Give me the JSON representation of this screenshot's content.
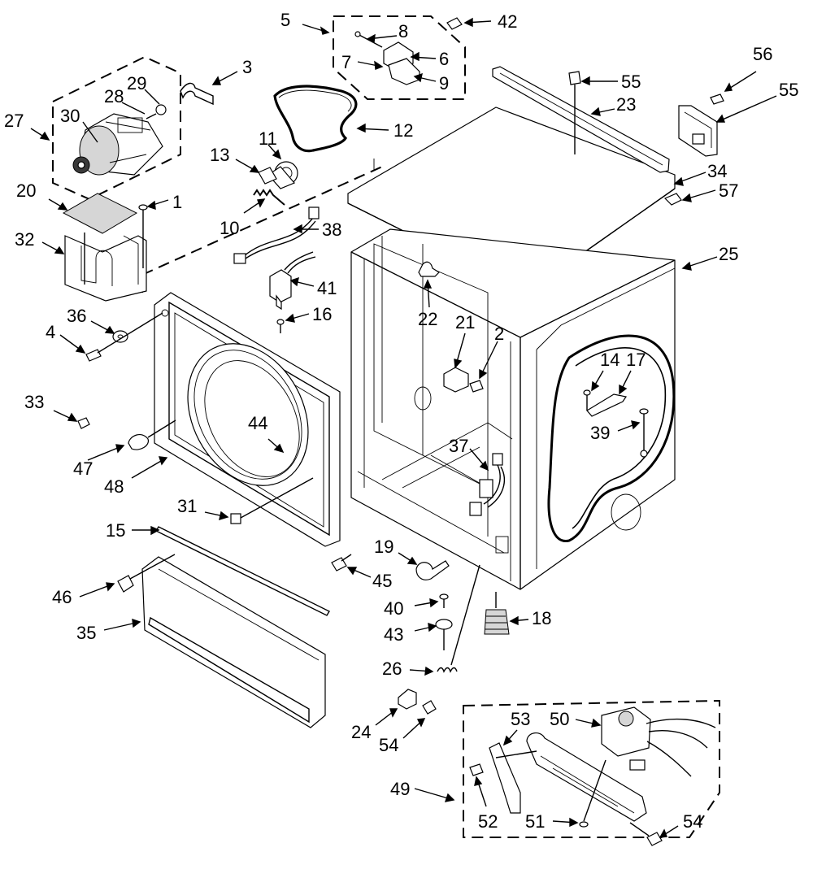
{
  "diagram": {
    "callouts": [
      {
        "id": "c5",
        "text": "5"
      },
      {
        "id": "c8",
        "text": "8"
      },
      {
        "id": "c42",
        "text": "42"
      },
      {
        "id": "c7",
        "text": "7"
      },
      {
        "id": "c6",
        "text": "6"
      },
      {
        "id": "c9",
        "text": "9"
      },
      {
        "id": "c3",
        "text": "3"
      },
      {
        "id": "c27",
        "text": "27"
      },
      {
        "id": "c28",
        "text": "28"
      },
      {
        "id": "c29",
        "text": "29"
      },
      {
        "id": "c30",
        "text": "30"
      },
      {
        "id": "c11",
        "text": "11"
      },
      {
        "id": "c12",
        "text": "12"
      },
      {
        "id": "c13",
        "text": "13"
      },
      {
        "id": "c10",
        "text": "10"
      },
      {
        "id": "c20",
        "text": "20"
      },
      {
        "id": "c1",
        "text": "1"
      },
      {
        "id": "c32",
        "text": "32"
      },
      {
        "id": "c38",
        "text": "38"
      },
      {
        "id": "c41",
        "text": "41"
      },
      {
        "id": "c16",
        "text": "16"
      },
      {
        "id": "c36",
        "text": "36"
      },
      {
        "id": "c4",
        "text": "4"
      },
      {
        "id": "c33",
        "text": "33"
      },
      {
        "id": "c47",
        "text": "47"
      },
      {
        "id": "c48",
        "text": "48"
      },
      {
        "id": "c44",
        "text": "44"
      },
      {
        "id": "c31",
        "text": "31"
      },
      {
        "id": "c15",
        "text": "15"
      },
      {
        "id": "c46",
        "text": "46"
      },
      {
        "id": "c35",
        "text": "35"
      },
      {
        "id": "c45",
        "text": "45"
      },
      {
        "id": "c19",
        "text": "19"
      },
      {
        "id": "c40",
        "text": "40"
      },
      {
        "id": "c43",
        "text": "43"
      },
      {
        "id": "c26",
        "text": "26"
      },
      {
        "id": "c18",
        "text": "18"
      },
      {
        "id": "c24",
        "text": "24"
      },
      {
        "id": "c54a",
        "text": "54"
      },
      {
        "id": "c55a",
        "text": "55"
      },
      {
        "id": "c23",
        "text": "23"
      },
      {
        "id": "c56",
        "text": "56"
      },
      {
        "id": "c55b",
        "text": "55"
      },
      {
        "id": "c34",
        "text": "34"
      },
      {
        "id": "c57",
        "text": "57"
      },
      {
        "id": "c25",
        "text": "25"
      },
      {
        "id": "c22",
        "text": "22"
      },
      {
        "id": "c21",
        "text": "21"
      },
      {
        "id": "c2",
        "text": "2"
      },
      {
        "id": "c14",
        "text": "14"
      },
      {
        "id": "c17",
        "text": "17"
      },
      {
        "id": "c39",
        "text": "39"
      },
      {
        "id": "c37",
        "text": "37"
      },
      {
        "id": "c53",
        "text": "53"
      },
      {
        "id": "c50",
        "text": "50"
      },
      {
        "id": "c49",
        "text": "49"
      },
      {
        "id": "c52",
        "text": "52"
      },
      {
        "id": "c51",
        "text": "51"
      },
      {
        "id": "c54b",
        "text": "54"
      }
    ]
  }
}
